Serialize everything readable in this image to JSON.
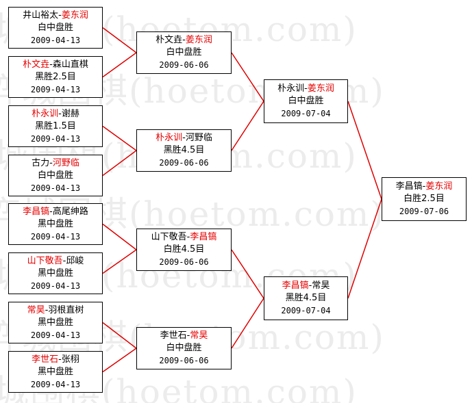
{
  "watermark": "弈城围棋(hoetom.com)",
  "line_color": "#e00000",
  "win_color": "#e60000",
  "rounds": [
    [
      {
        "p1": "井山裕太",
        "p2": "姜东润",
        "winner": 2,
        "result": "白中盘胜",
        "date": "2009-04-13"
      },
      {
        "p1": "朴文垚",
        "p2": "森山直棋",
        "winner": 1,
        "result": "黑胜2.5目",
        "date": "2009-04-13"
      },
      {
        "p1": "朴永训",
        "p2": "谢赫",
        "winner": 1,
        "result": "黑胜1.5目",
        "date": "2009-04-13"
      },
      {
        "p1": "古力",
        "p2": "河野临",
        "winner": 2,
        "result": "白中盘胜",
        "date": "2009-04-13"
      },
      {
        "p1": "李昌镐",
        "p2": "高尾绅路",
        "winner": 1,
        "result": "黑中盘胜",
        "date": "2009-04-13"
      },
      {
        "p1": "山下敬吾",
        "p2": "邱峻",
        "winner": 1,
        "result": "黑中盘胜",
        "date": "2009-04-13"
      },
      {
        "p1": "常昊",
        "p2": "羽根直树",
        "winner": 1,
        "result": "黑中盘胜",
        "date": "2009-04-13"
      },
      {
        "p1": "李世石",
        "p2": "张栩",
        "winner": 1,
        "result": "黑中盘胜",
        "date": "2009-04-13"
      }
    ],
    [
      {
        "p1": "朴文垚",
        "p2": "姜东润",
        "winner": 2,
        "result": "白中盘胜",
        "date": "2009-06-06"
      },
      {
        "p1": "朴永训",
        "p2": "河野临",
        "winner": 1,
        "result": "黑胜4.5目",
        "date": "2009-06-06"
      },
      {
        "p1": "山下敬吾",
        "p2": "李昌镐",
        "winner": 2,
        "result": "白胜4.5目",
        "date": "2009-06-06"
      },
      {
        "p1": "李世石",
        "p2": "常昊",
        "winner": 2,
        "result": "白中盘胜",
        "date": "2009-06-06"
      }
    ],
    [
      {
        "p1": "朴永训",
        "p2": "姜东润",
        "winner": 2,
        "result": "白中盘胜",
        "date": "2009-07-04"
      },
      {
        "p1": "李昌镐",
        "p2": "常昊",
        "winner": 1,
        "result": "黑胜4.5目",
        "date": "2009-07-04"
      }
    ],
    [
      {
        "p1": "李昌镐",
        "p2": "姜东润",
        "winner": 2,
        "result": "白胜2.5目",
        "date": "2009-07-06"
      }
    ]
  ]
}
